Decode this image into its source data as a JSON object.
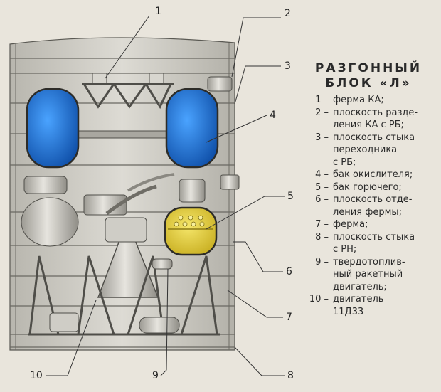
{
  "title": {
    "line1": "РАЗГОННЫЙ",
    "line2": "БЛОК «Л»"
  },
  "legend": [
    {
      "num": "1 –",
      "text": "ферма КА;"
    },
    {
      "num": "2 –",
      "text": "плоскость разде-\nления КА с РБ;"
    },
    {
      "num": "3 –",
      "text": "плоскость стыка\nпереходника\nс РБ;"
    },
    {
      "num": "4 –",
      "text": "бак окислителя;"
    },
    {
      "num": "5 –",
      "text": "бак горючего;"
    },
    {
      "num": "6 –",
      "text": "плоскость отде-\nления фермы;"
    },
    {
      "num": "7 –",
      "text": "ферма;"
    },
    {
      "num": "8 –",
      "text": "плоскость стыка\nс РН;"
    },
    {
      "num": "9 –",
      "text": "твердотоплив-\nный ракетный\nдвигатель;"
    },
    {
      "num": "10 –",
      "text": "двигатель\n11Д33"
    }
  ],
  "callouts": [
    "1",
    "2",
    "3",
    "4",
    "5",
    "6",
    "7",
    "8",
    "9",
    "10"
  ],
  "colors": {
    "background": "#e9e5dc",
    "hull": "#cfcdc6",
    "oxidizer_tank": "#1f6fd0",
    "fuel_tank": "#e2cf3a",
    "metal": "#bdbab3",
    "outline": "#5a5953"
  }
}
